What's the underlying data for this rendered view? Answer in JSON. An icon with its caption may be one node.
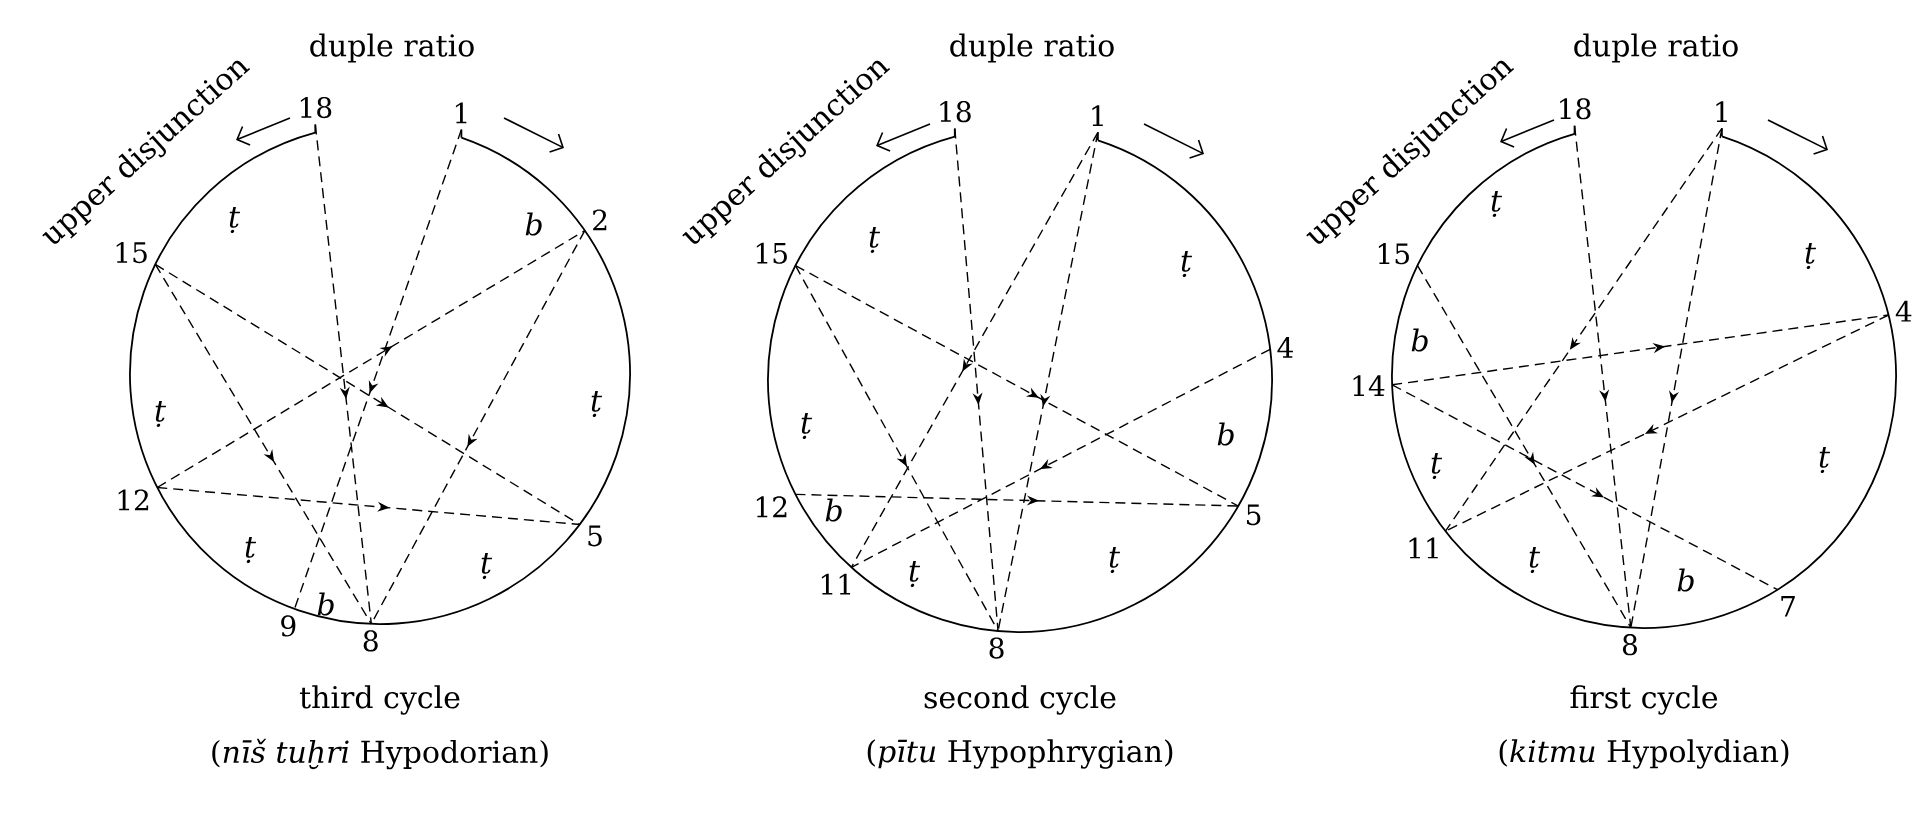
{
  "diagram": {
    "nodes": [
      {
        "text": [
          "18"
        ]
      },
      {
        "text": [
          "1"
        ]
      },
      {
        "text": [
          "2"
        ]
      },
      {
        "text": [
          "5"
        ]
      },
      {
        "text": [
          "8"
        ]
      },
      {
        "text": [
          "9"
        ]
      },
      {
        "text": [
          "12"
        ]
      },
      {
        "text": [
          "15"
        ]
      },
      {
        "text": [
          "18"
        ]
      },
      {
        "text": [
          "1"
        ]
      },
      {
        "text": [
          "4"
        ]
      },
      {
        "text": [
          "5"
        ]
      },
      {
        "text": [
          "8"
        ]
      },
      {
        "text": [
          "11"
        ]
      },
      {
        "text": [
          "12"
        ]
      },
      {
        "text": [
          "15"
        ]
      },
      {
        "text": [
          "18"
        ]
      },
      {
        "text": [
          "1"
        ]
      },
      {
        "text": [
          "4"
        ]
      },
      {
        "text": [
          "7"
        ]
      },
      {
        "text": [
          "8"
        ]
      },
      {
        "text": [
          "11"
        ]
      },
      {
        "text": [
          "14"
        ]
      },
      {
        "text": [
          "15"
        ]
      }
    ],
    "edges": [
      {
        "from": 0,
        "to": 4,
        "arrow": "to",
        "style": "dashed"
      },
      {
        "from": 1,
        "to": 5,
        "arrow": "to",
        "style": "dashed"
      },
      {
        "from": 2,
        "to": 4,
        "arrow": "to",
        "style": "dashed"
      },
      {
        "from": 6,
        "to": 2,
        "arrow": "to",
        "style": "dashed"
      },
      {
        "from": 6,
        "to": 3,
        "arrow": "to",
        "style": "dashed"
      },
      {
        "from": 7,
        "to": 3,
        "arrow": "to",
        "style": "dashed"
      },
      {
        "from": 7,
        "to": 4,
        "arrow": "to",
        "style": "dashed"
      },
      {
        "from": 8,
        "to": 12,
        "arrow": "to",
        "style": "dashed"
      },
      {
        "from": 9,
        "to": 13,
        "arrow": "to",
        "style": "dashed"
      },
      {
        "from": 9,
        "to": 12,
        "arrow": "to",
        "style": "dashed"
      },
      {
        "from": 15,
        "to": 11,
        "arrow": "to",
        "style": "dashed"
      },
      {
        "from": 15,
        "to": 12,
        "arrow": "to",
        "style": "dashed"
      },
      {
        "from": 14,
        "to": 11,
        "arrow": "to",
        "style": "dashed"
      },
      {
        "from": 10,
        "to": 13,
        "arrow": "to",
        "style": "dashed"
      },
      {
        "from": 16,
        "to": 20,
        "arrow": "to",
        "style": "dashed"
      },
      {
        "from": 17,
        "to": 21,
        "arrow": "to",
        "style": "dashed"
      },
      {
        "from": 17,
        "to": 20,
        "arrow": "to",
        "style": "dashed"
      },
      {
        "from": 23,
        "to": 20,
        "arrow": "to",
        "style": "dashed"
      },
      {
        "from": 22,
        "to": 18,
        "arrow": "to",
        "style": "dashed"
      },
      {
        "from": 22,
        "to": 19,
        "arrow": "to",
        "style": "dashed"
      },
      {
        "from": 18,
        "to": 21,
        "arrow": "to",
        "style": "dashed"
      }
    ],
    "labels": [
      "upper disjunction",
      "duple ratio",
      "ṭ",
      "b",
      "ṭ",
      "ṭ",
      "ṭ",
      "ṭ",
      "b",
      "third cycle",
      "(*nīš tuḫri* Hypodorian)",
      "upper disjunction",
      "duple ratio",
      "ṭ",
      "ṭ",
      "ṭ",
      "b",
      "b",
      "ṭ",
      "ṭ",
      "second cycle",
      "(*pītu* Hypophrygian)",
      "upper disjunction",
      "duple ratio",
      "ṭ",
      "ṭ",
      "b",
      "ṭ",
      "ṭ",
      "ṭ",
      "b",
      "first cycle",
      "(*kitmu* Hypolydian)"
    ]
  }
}
